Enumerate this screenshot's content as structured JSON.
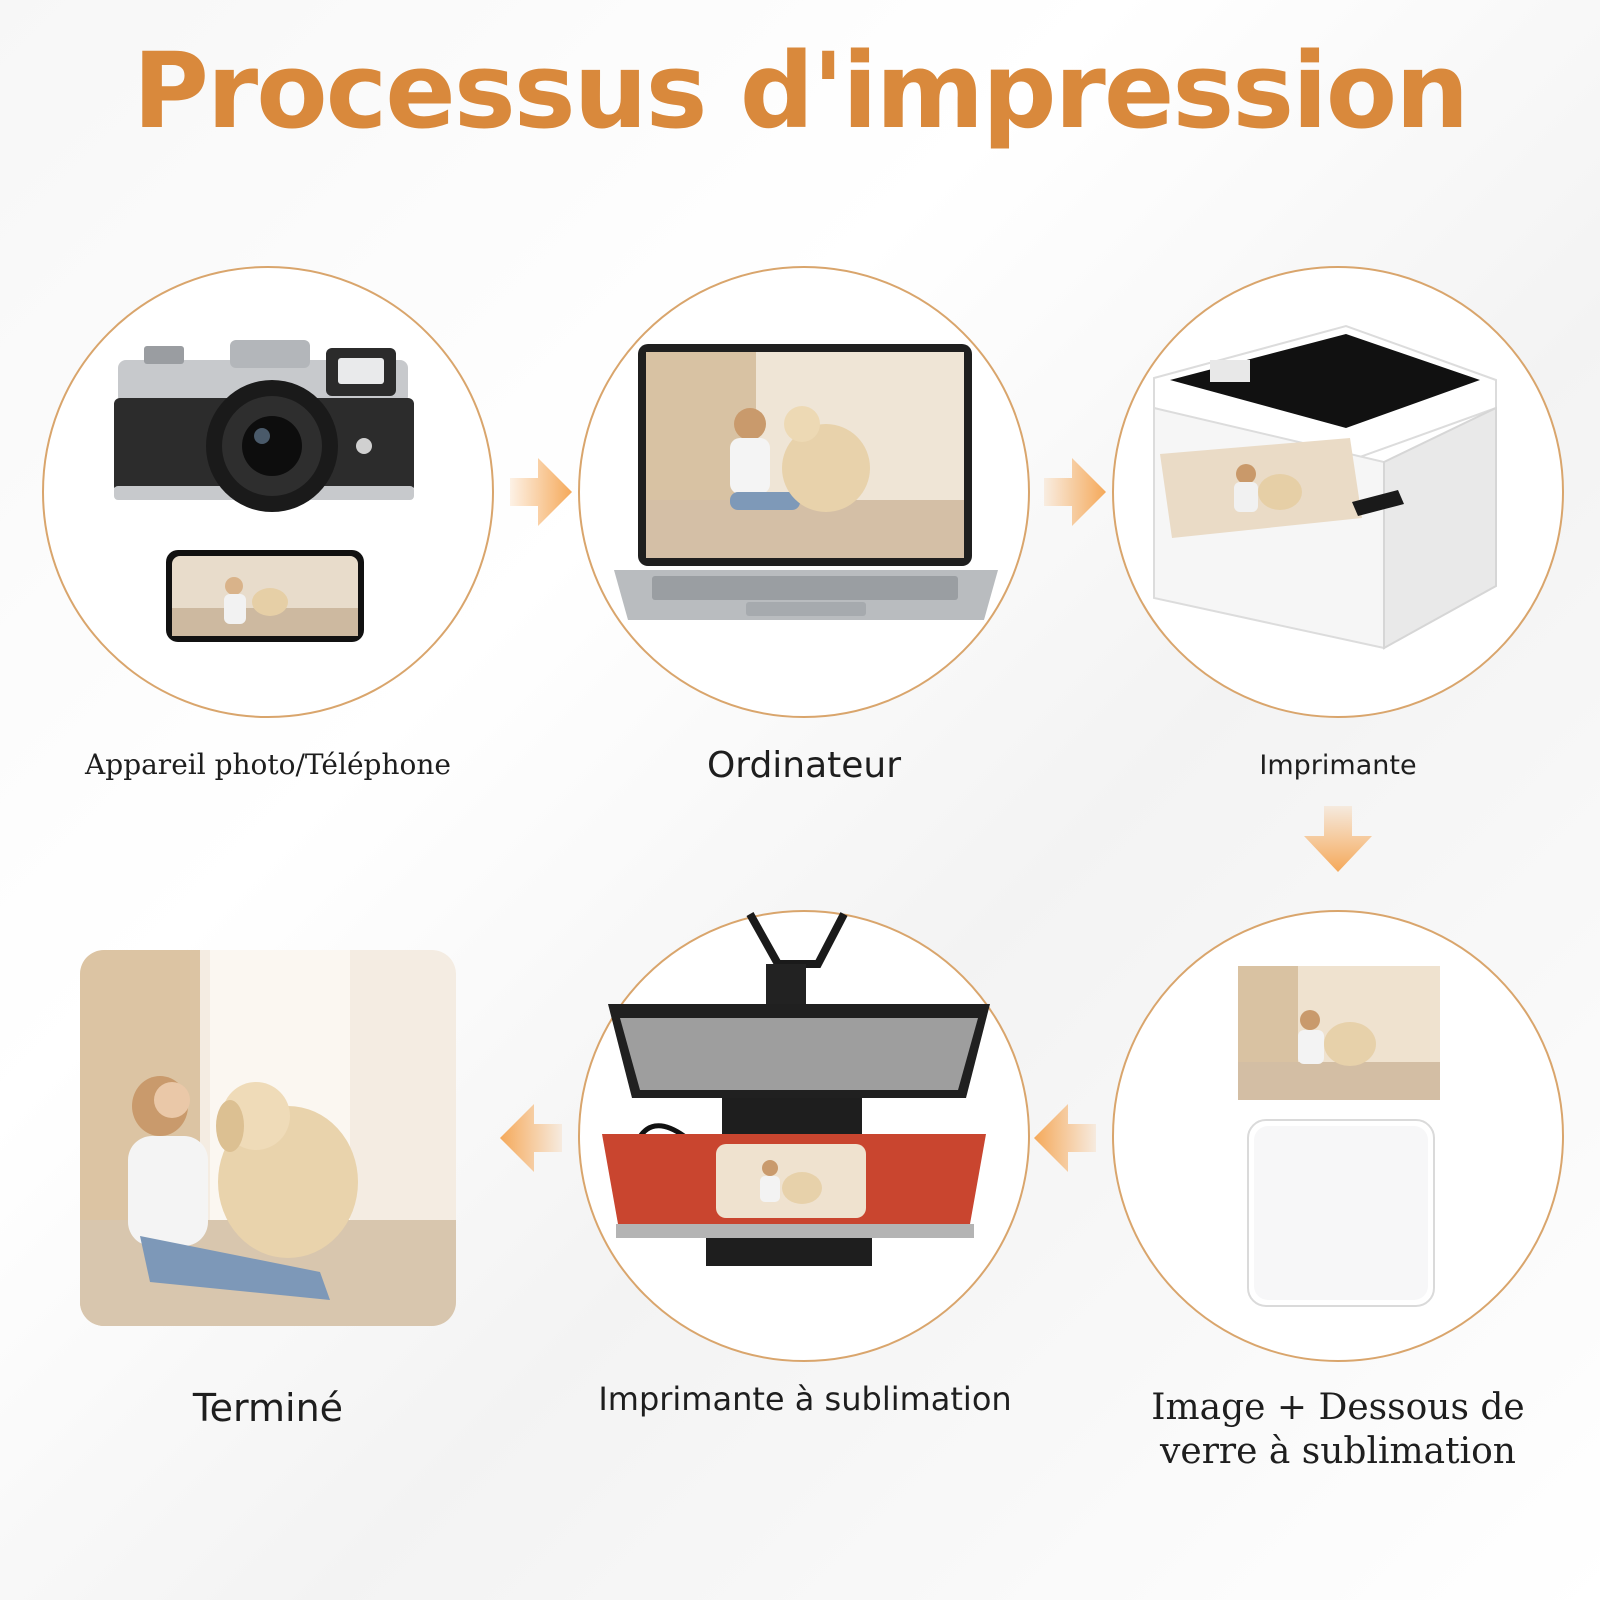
{
  "title": "Processus d'impression",
  "colors": {
    "accent": "#d9893c",
    "circle_border": "#d9a56c",
    "arrow": "#f5a95a",
    "heat_pad": "#c9452f"
  },
  "steps": [
    {
      "label": "Appareil photo/Téléphone",
      "icon": "camera-phone-icon"
    },
    {
      "label": "Ordinateur",
      "icon": "laptop-icon"
    },
    {
      "label": "Imprimante",
      "icon": "printer-icon"
    },
    {
      "label_line1": "Image + Dessous de",
      "label_line2": "verre à sublimation",
      "icon": "coaster-icon"
    },
    {
      "label": "Imprimante à sublimation",
      "icon": "heat-press-icon"
    },
    {
      "label": "Terminé",
      "icon": "finished-photo-icon"
    }
  ],
  "arrows": [
    "arrow-right-icon",
    "arrow-right-icon",
    "arrow-down-icon",
    "arrow-left-icon",
    "arrow-left-icon"
  ]
}
